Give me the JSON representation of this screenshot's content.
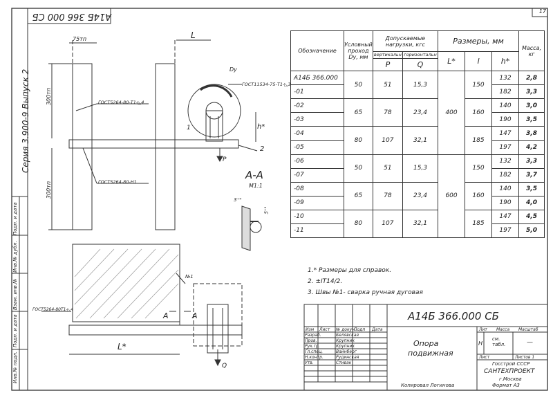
{
  "sheet_number": "17",
  "code_top": "А14Б 366 000 СБ",
  "series_vertical": "Серия 3.900-9 Выпуск 2",
  "left_strip": [
    "Инв.№ подл.",
    "Подп. и дата",
    "Взам. инв.№",
    "Инв.№ дубл.",
    "Подп. и дата"
  ],
  "drawing": {
    "dim_75": "75тп",
    "dim_300_top": "300тп",
    "dim_300_bottom": "300тп",
    "dim_L": "L",
    "dim_Dy": "Dy",
    "dim_h": "h*",
    "dim_L_bottom": "L*",
    "gost_top": "ГОСТ5264-80-Т1-◺4",
    "gost_right": "ГОСТ11534-75-Т1-◺3",
    "gost_mid": "ГОСТ5264-80-Н1",
    "gost_bottom": "ГОСТ5264-80Т1-◺4",
    "label_1": "1",
    "label_2": "2",
    "force_P": "P",
    "force_Q": "Q",
    "section_title": "А-А",
    "section_scale": "М1:1",
    "section_dim_3": "3⁺⁴",
    "section_dim_5": "5⁺¹",
    "weld_no": "№1",
    "mark_A1": "А",
    "mark_A2": "А"
  },
  "table": {
    "headers": {
      "designation": "Обозначение",
      "dn": "Условный проход Dу, мм",
      "loads": "Допускаемые нагрузки, кгс",
      "vertical": "вертикальн",
      "horizontal": "горизонтальн",
      "P": "P",
      "Q": "Q",
      "sizes": "Размеры, мм",
      "L": "L*",
      "l": "l",
      "h": "h*",
      "mass": "Масса, кг"
    },
    "rows": [
      {
        "des": "А14Б 366.000",
        "h": "132",
        "m": "2,8"
      },
      {
        "des": "-01",
        "h": "182",
        "m": "3,3"
      },
      {
        "des": "-02",
        "h": "140",
        "m": "3,0"
      },
      {
        "des": "-03",
        "h": "190",
        "m": "3,5"
      },
      {
        "des": "-04",
        "h": "147",
        "m": "3,8"
      },
      {
        "des": "-05",
        "h": "197",
        "m": "4,2"
      },
      {
        "des": "-06",
        "h": "132",
        "m": "3,3"
      },
      {
        "des": "-07",
        "h": "182",
        "m": "3,7"
      },
      {
        "des": "-08",
        "h": "140",
        "m": "3,5"
      },
      {
        "des": "-09",
        "h": "190",
        "m": "4,0"
      },
      {
        "des": "-10",
        "h": "147",
        "m": "4,5"
      },
      {
        "des": "-11",
        "h": "197",
        "m": "5,0"
      }
    ],
    "groups": [
      {
        "dn": "50",
        "p": "51",
        "q": "15,3",
        "l": "150"
      },
      {
        "dn": "65",
        "p": "78",
        "q": "23,4",
        "l": "160"
      },
      {
        "dn": "80",
        "p": "107",
        "q": "32,1",
        "l": "185"
      },
      {
        "dn": "50",
        "p": "51",
        "q": "15,3",
        "l": "150"
      },
      {
        "dn": "65",
        "p": "78",
        "q": "23,4",
        "l": "160"
      },
      {
        "dn": "80",
        "p": "107",
        "q": "32,1",
        "l": "185"
      }
    ],
    "L_values": [
      "400",
      "600"
    ]
  },
  "notes": [
    "1.* Размеры для справок.",
    "2. ±IT14/2.",
    "3. Швы №1- сварка ручная дуговая"
  ],
  "title_block": {
    "code": "А14Б 366.000 СБ",
    "name_line1": "Опора",
    "name_line2": "подвижная",
    "col_izm": "Изм",
    "col_list": "Лист",
    "col_doc": "№ докум.",
    "col_podp": "Подп",
    "col_data": "Дата",
    "rows": [
      {
        "role": "Разраб.",
        "name": "Белявская"
      },
      {
        "role": "Пров.",
        "name": "Крупник"
      },
      {
        "role": "Рук.гр.",
        "name": "Крупник"
      },
      {
        "role": "Гл.спец.",
        "name": "Вайнберг"
      },
      {
        "role": "Н.контр.",
        "name": "Рудинская"
      },
      {
        "role": "Утв.",
        "name": "Стивак"
      }
    ],
    "lit": "Лит",
    "mass": "Масса",
    "scale": "Масштаб",
    "letter": "Н",
    "mass_val": "см. табл.",
    "scale_val": "—",
    "sheet": "Лист",
    "sheets": "Листов 1",
    "org1": "Госстрой СССР",
    "org2": "САНТЕХПРОЕКТ",
    "org3": "г.Москва",
    "copied": "Копировал Логинова",
    "format": "Формат А3"
  }
}
